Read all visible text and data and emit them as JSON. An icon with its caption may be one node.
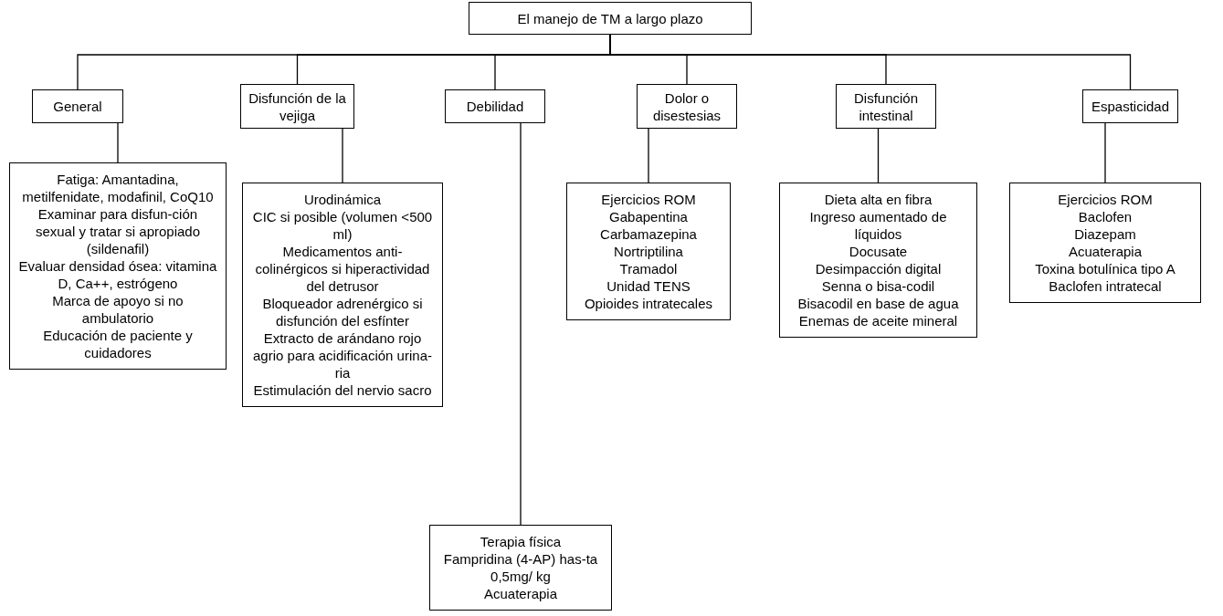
{
  "diagram": {
    "nodes": [
      {
        "text": [
          "El manejo de TM a largo plazo"
        ]
      },
      {
        "text": [
          "General"
        ]
      },
      {
        "text": [
          "Disfunción de la vejiga"
        ]
      },
      {
        "text": [
          "Debilidad"
        ]
      },
      {
        "text": [
          "Dolor o disestesias"
        ]
      },
      {
        "text": [
          "Disfunción intestinal"
        ]
      },
      {
        "text": [
          "Espasticidad"
        ]
      },
      {
        "text": [
          "Fatiga: Amantadina, metilfenidate, modafinil, CoQ10",
          "Examinar para disfun-ción sexual y tratar si apropiado (sildenafil)",
          "Evaluar densidad ósea: vitamina D, Ca++, estrógeno",
          "Marca de apoyo si no ambulatorio",
          "Educación de paciente y cuidadores"
        ]
      },
      {
        "text": [
          "Urodinámica",
          "CIC si posible (volumen <500 ml)",
          "Medicamentos anti-colinérgicos si hiperactividad del detrusor",
          "Bloqueador adrenérgico si disfunción del esfínter",
          "Extracto de arándano rojo agrio para acidificación urina-ria",
          "Estimulación del nervio sacro"
        ]
      },
      {
        "text": [
          "Ejercicios ROM",
          "Gabapentina",
          "Carbamazepina",
          "Nortriptilina",
          "Tramadol",
          "Unidad TENS",
          "Opioides intratecales"
        ]
      },
      {
        "text": [
          "Dieta alta en fibra",
          "Ingreso aumentado de líquidos",
          "Docusate",
          "Desimpacción digital",
          "Senna o bisa-codil",
          "Bisacodil en base de agua",
          "Enemas de aceite mineral"
        ]
      },
      {
        "text": [
          "Ejercicios ROM",
          "Baclofen",
          "Diazepam",
          "Acuaterapia",
          "Toxina botulínica tipo A",
          "Baclofen intratecal"
        ]
      },
      {
        "text": [
          "Terapia física",
          "Fampridina (4-AP) has-ta 0,5mg/ kg",
          "Acuaterapia"
        ]
      }
    ],
    "edges": [
      {
        "from": 0,
        "to": 1,
        "arrow": "none"
      },
      {
        "from": 0,
        "to": 2,
        "arrow": "none"
      },
      {
        "from": 0,
        "to": 3,
        "arrow": "none"
      },
      {
        "from": 0,
        "to": 4,
        "arrow": "none"
      },
      {
        "from": 0,
        "to": 5,
        "arrow": "none"
      },
      {
        "from": 0,
        "to": 6,
        "arrow": "none"
      },
      {
        "from": 1,
        "to": 7,
        "arrow": "none"
      },
      {
        "from": 2,
        "to": 8,
        "arrow": "none"
      },
      {
        "from": 4,
        "to": 9,
        "arrow": "none"
      },
      {
        "from": 5,
        "to": 10,
        "arrow": "none"
      },
      {
        "from": 6,
        "to": 11,
        "arrow": "none"
      },
      {
        "from": 3,
        "to": 12,
        "arrow": "none"
      }
    ]
  }
}
